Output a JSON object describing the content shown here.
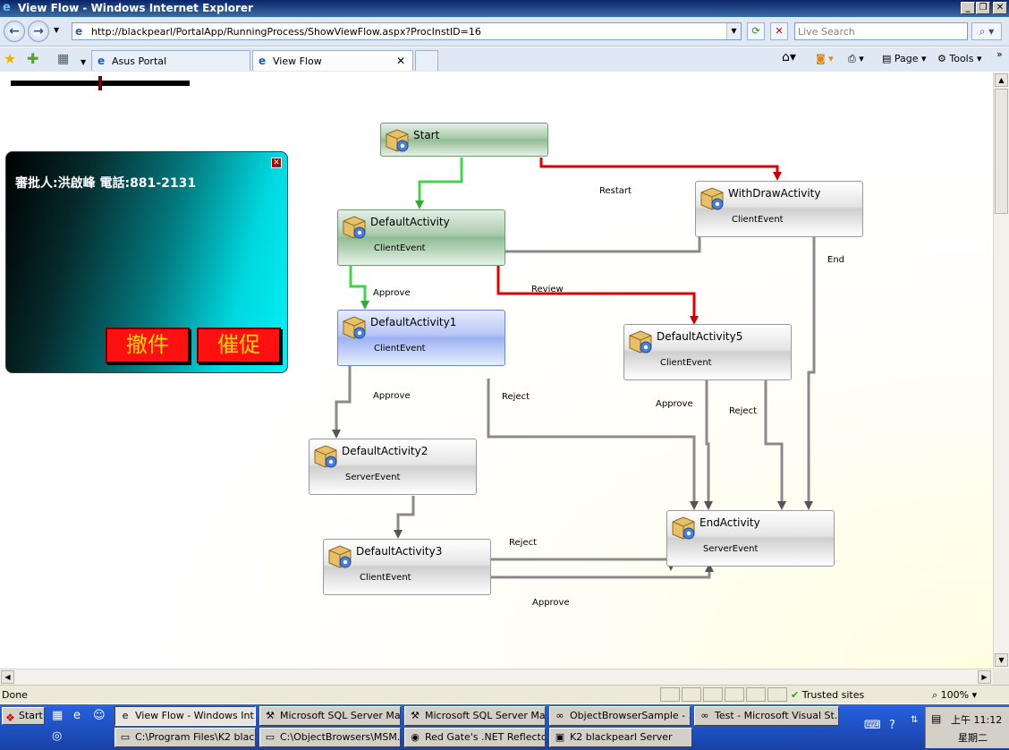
{
  "window": {
    "title": "View Flow - Windows Internet Explorer"
  },
  "address": {
    "url": "http://blackpearl/PortalApp/RunningProcess/ShowViewFlow.aspx?ProcInstID=16"
  },
  "search": {
    "placeholder": "Live Search"
  },
  "tabs": [
    {
      "label": "Asus Portal"
    },
    {
      "label": "View Flow"
    }
  ],
  "commands": {
    "page": "Page",
    "tools": "Tools"
  },
  "popup": {
    "info": "審批人:洪啟峰 電話:881-2131",
    "withdraw": "撤件",
    "urge": "催促"
  },
  "workflow": {
    "nodes": [
      {
        "name": "Start",
        "type": ""
      },
      {
        "name": "WithDrawActivity",
        "type": "ClientEvent"
      },
      {
        "name": "DefaultActivity",
        "type": "ClientEvent"
      },
      {
        "name": "DefaultActivity1",
        "type": "ClientEvent"
      },
      {
        "name": "DefaultActivity5",
        "type": "ClientEvent"
      },
      {
        "name": "DefaultActivity2",
        "type": "ServerEvent"
      },
      {
        "name": "DefaultActivity3",
        "type": "ClientEvent"
      },
      {
        "name": "EndActivity",
        "type": "ServerEvent"
      }
    ],
    "links": {
      "restart": "Restart",
      "end": "End",
      "approve_1": "Approve",
      "review": "Review",
      "approve_2": "Approve",
      "reject_1": "Reject",
      "approve_5": "Approve",
      "reject_5": "Reject",
      "reject_3": "Reject",
      "approve_3": "Approve"
    },
    "colors": {
      "active": "#e00000",
      "completed": "#3fd44a",
      "pending": "#8a8a8a"
    }
  },
  "status": {
    "text": "Done",
    "zone": "Trusted sites",
    "zoom": "100%"
  },
  "taskbar": {
    "start": "Start",
    "row1": [
      "View Flow - Windows Int...",
      "Microsoft SQL Server Ma...",
      "Microsoft SQL Server Ma...",
      "ObjectBrowserSample - ...",
      "Test - Microsoft Visual St..."
    ],
    "row2": [
      "C:\\Program Files\\K2 blac...",
      "C:\\ObjectBrowsers\\MSM...",
      "Red Gate's .NET Reflector",
      "K2 blackpearl Server"
    ],
    "time": "上午 11:12",
    "day": "星期二"
  }
}
